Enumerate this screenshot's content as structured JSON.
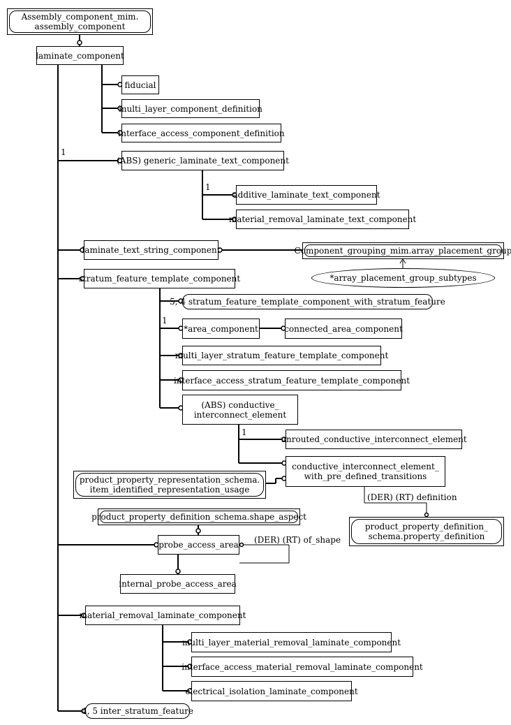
{
  "nodes": {
    "assembly_component": "Assembly_component_mim.\nassembly_component",
    "laminate_component": "laminate_component",
    "fiducial": "fiducial",
    "multi_layer_component_definition": "multi_layer_component_definition",
    "interface_access_component_definition": "interface_access_component_definition",
    "generic_laminate_text_component": "(ABS) generic_laminate_text_component",
    "additive_laminate_text_component": "additive_laminate_text_component",
    "material_removal_laminate_text_component": "material_removal_laminate_text_component",
    "laminate_text_string_component": "laminate_text_string_component",
    "array_placement_group": "Component_grouping_mim.array_placement_group",
    "array_placement_group_subtypes": "*array_placement_group_subtypes",
    "stratum_feature_template_component": "stratum_feature_template_component",
    "sftc_with_stratum_feature": "5, 4 stratum_feature_template_component_with_stratum_feature",
    "area_component": "*area_component",
    "connected_area_component": "connected_area_component",
    "multi_layer_stratum_feature_template_component": "multi_layer_stratum_feature_template_component",
    "interface_access_stratum_feature_template_component": "interface_access_stratum_feature_template_component",
    "conductive_interconnect_element": "(ABS) conductive_\ninterconnect_element",
    "unrouted_conductive_interconnect_element": "unrouted_conductive_interconnect_element",
    "cie_with_pre_defined_transitions": "conductive_interconnect_element_\nwith_pre_defined_transitions",
    "item_identified_representation_usage": "product_property_representation_schema.\nitem_identified_representation_usage",
    "property_definition": "product_property_definition_\nschema.property_definition",
    "shape_aspect": "product_property_definition_schema.shape_aspect",
    "probe_access_area": "probe_access_area",
    "internal_probe_access_area": "internal_probe_access_area",
    "material_removal_laminate_component": "material_removal_laminate_component",
    "multi_layer_material_removal_laminate_component": "multi_layer_material_removal_laminate_component",
    "interface_access_material_removal_laminate_component": "interface_access_material_removal_laminate_component",
    "electrical_isolation_laminate_component": "electrical_isolation_laminate_component",
    "inter_stratum_feature": "4, 5 inter_stratum_feature"
  },
  "labels": {
    "one_a": "1",
    "one_b": "1",
    "one_c": "1",
    "one_d": "1",
    "der_definition": "(DER) (RT) definition",
    "der_of_shape": "(DER) (RT) of_shape"
  }
}
